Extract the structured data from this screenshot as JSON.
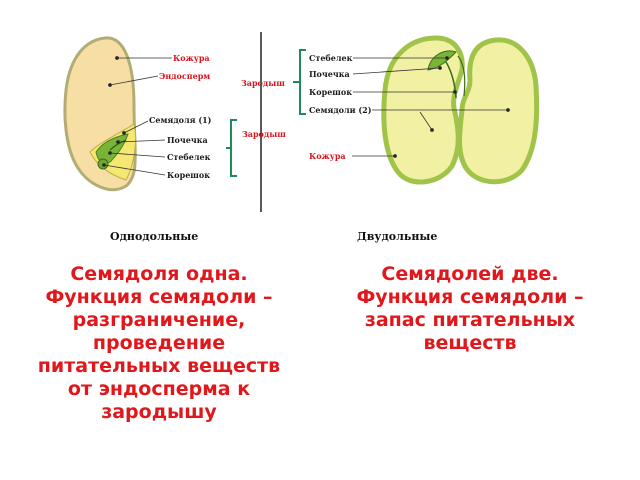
{
  "monocot": {
    "caption": "Однодольные",
    "labels": {
      "seed_coat": "Кожура",
      "endosperm": "Эндосперм",
      "cotyledon": "Семядоля (1)",
      "bud": "Почечка",
      "stem": "Стебелек",
      "root": "Корешок",
      "embryo": "Зародыш"
    },
    "description": [
      "Семядоля одна.",
      "Функция семядоли –",
      "разграничение,",
      "проведение",
      "питательных веществ",
      "от эндосперма к",
      "зародышу"
    ]
  },
  "dicot": {
    "caption": "Двудольные",
    "labels": {
      "stem": "Стебелек",
      "bud": "Почечка",
      "root": "Корешок",
      "cotyledons": "Семядоли (2)",
      "seed_coat": "Кожура",
      "embryo": "Зародыш"
    },
    "description": [
      "Семядолей две.",
      "Функция семядоли –",
      "запас питательных",
      "веществ"
    ]
  },
  "colors": {
    "seed_fill": "#f6dea4",
    "seed_edge": "#b2ad74",
    "bean_fill": "#f2f0a2",
    "bean_border": "#a0c44a",
    "embryo": "#7ab437",
    "bracket": "#1f8a5c",
    "label_red": "#d8141e",
    "description_red": "#e0181c"
  }
}
